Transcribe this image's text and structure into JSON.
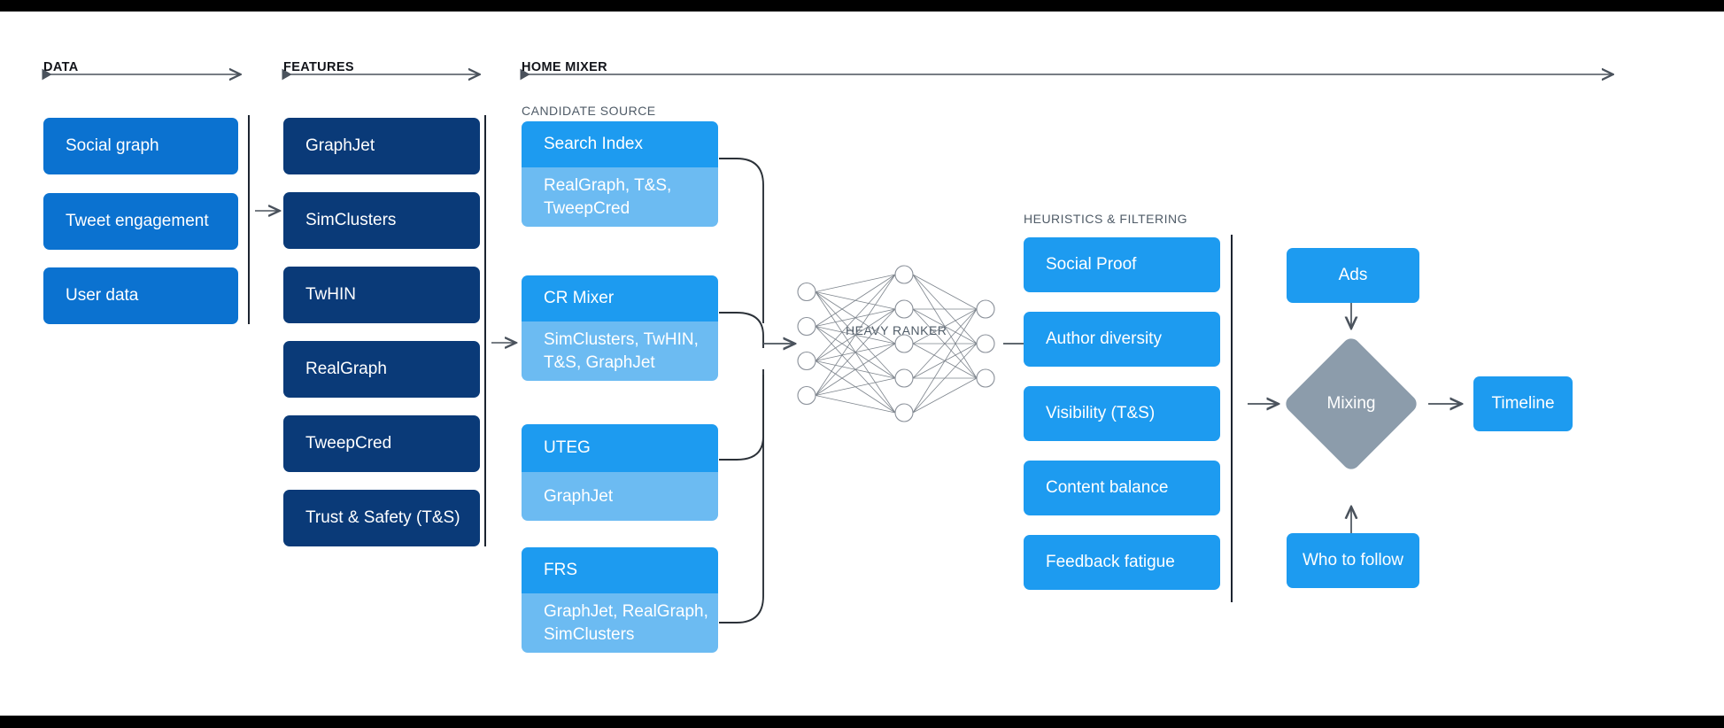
{
  "sections": {
    "data": {
      "label": "DATA"
    },
    "features": {
      "label": "FEATURES"
    },
    "home_mixer": {
      "label": "HOME MIXER"
    },
    "candidate_source": {
      "label": "CANDIDATE SOURCE"
    },
    "heavy_ranker": {
      "label": "HEAVY RANKER"
    },
    "heuristics": {
      "label": "HEURISTICS & FILTERING"
    }
  },
  "colors": {
    "blue": "#0b72d0",
    "navy": "#0a3a78",
    "sky": "#1d9bf0",
    "pale_sky": "#6cbbf2",
    "slate": "#8c9cab",
    "line": "#4a525c",
    "divider": "#1c2430"
  },
  "data_boxes": [
    {
      "label": "Social graph"
    },
    {
      "label": "Tweet engagement"
    },
    {
      "label": "User data"
    }
  ],
  "feature_boxes": [
    {
      "label": "GraphJet"
    },
    {
      "label": "SimClusters"
    },
    {
      "label": "TwHIN"
    },
    {
      "label": "RealGraph"
    },
    {
      "label": "TweepCred"
    },
    {
      "label": "Trust & Safety (T&S)"
    }
  ],
  "candidate_sources": [
    {
      "title": "Search Index",
      "features": "RealGraph, T&S,\nTweepCred"
    },
    {
      "title": "CR Mixer",
      "features": "SimClusters, TwHIN,\nT&S, GraphJet"
    },
    {
      "title": "UTEG",
      "features": "GraphJet"
    },
    {
      "title": "FRS",
      "features": "GraphJet, RealGraph,\nSimClusters"
    }
  ],
  "heuristic_boxes": [
    {
      "label": "Social Proof"
    },
    {
      "label": "Author diversity"
    },
    {
      "label": "Visibility (T&S)"
    },
    {
      "label": "Content balance"
    },
    {
      "label": "Feedback fatigue"
    }
  ],
  "output": {
    "ads": "Ads",
    "mixing": "Mixing",
    "who_to_follow": "Who to follow",
    "timeline": "Timeline"
  },
  "network": {
    "input_nodes": 4,
    "hidden_nodes": 5,
    "output_nodes": 3
  }
}
